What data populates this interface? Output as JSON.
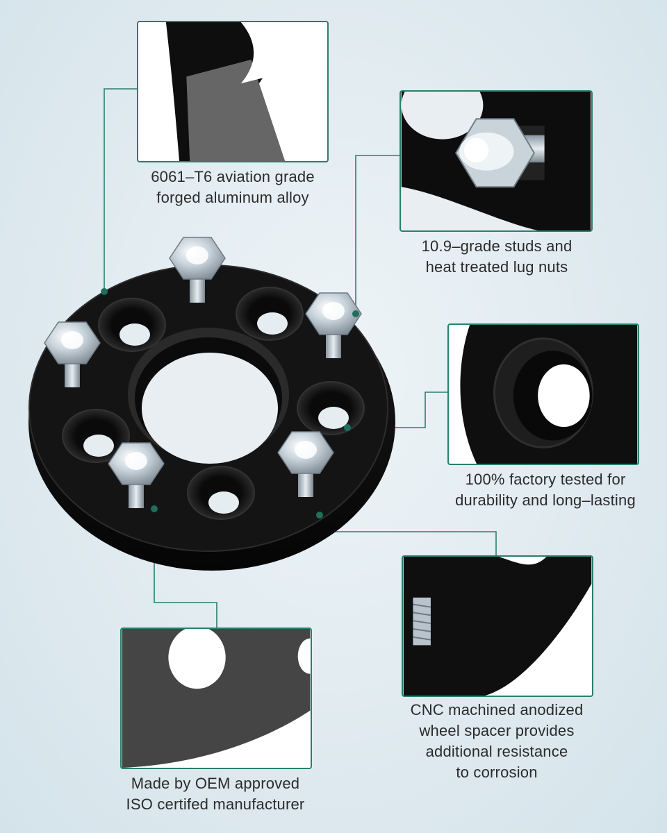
{
  "features": [
    {
      "lines": [
        "6061–T6 aviation grade",
        "forged aluminum alloy"
      ]
    },
    {
      "lines": [
        "10.9–grade studs and",
        "heat treated lug nuts"
      ]
    },
    {
      "lines": [
        "100% factory tested for",
        "durability and long–lasting"
      ]
    },
    {
      "lines": [
        "CNC machined anodized",
        "wheel spacer provides",
        "additional resistance",
        "to corrosion"
      ]
    },
    {
      "lines": [
        "Made by OEM approved",
        "ISO certifed manufacturer"
      ]
    }
  ],
  "colors": {
    "accent": "#2a7f6c",
    "spacer_black": "#111111",
    "background": "#dde9ef",
    "text": "#2b2b2b"
  }
}
